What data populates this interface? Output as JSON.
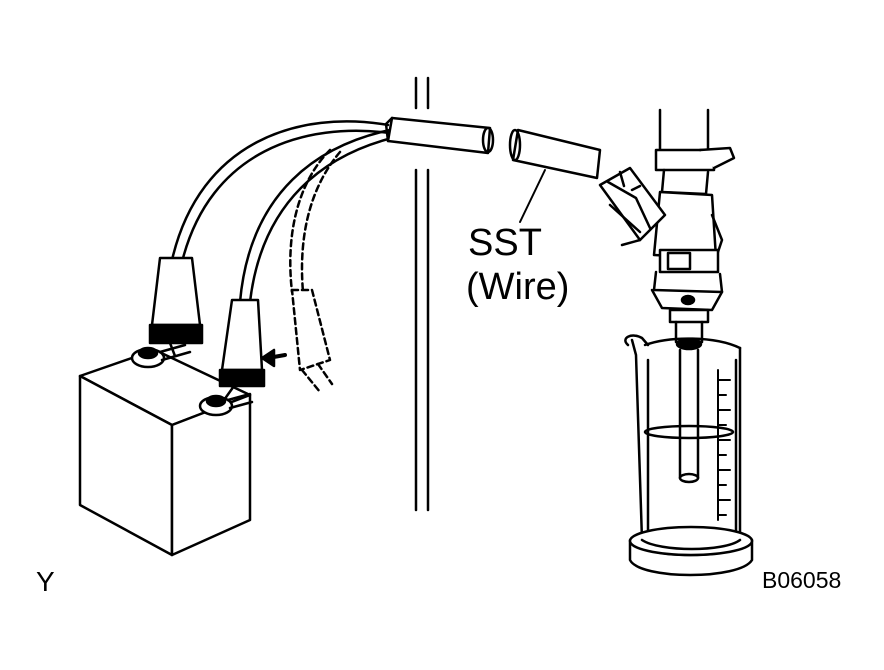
{
  "labels": {
    "sst": "SST",
    "wire": "(Wire)",
    "corner": "Y",
    "figure_code": "B06058"
  },
  "colors": {
    "line": "#000000",
    "background": "#ffffff"
  }
}
